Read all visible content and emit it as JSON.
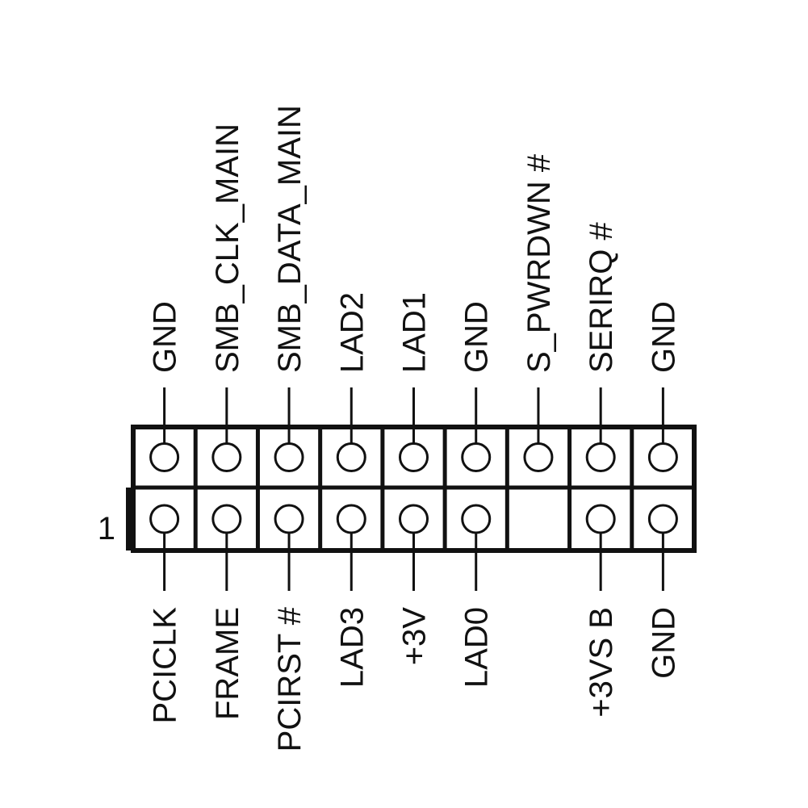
{
  "header": {
    "pin_one_marker": "1",
    "columns": [
      {
        "top": "GND",
        "bottom": "PCICLK",
        "bottom_pin": true
      },
      {
        "top": "SMB_CLK_MAIN",
        "bottom": "FRAME",
        "bottom_pin": true
      },
      {
        "top": "SMB_DATA_MAIN",
        "bottom": "PCIRST #",
        "bottom_pin": true
      },
      {
        "top": "LAD2",
        "bottom": "LAD3",
        "bottom_pin": true
      },
      {
        "top": "LAD1",
        "bottom": "+3V",
        "bottom_pin": true
      },
      {
        "top": "GND",
        "bottom": "LAD0",
        "bottom_pin": true
      },
      {
        "top": "S_PWRDWN #",
        "bottom": "",
        "bottom_pin": false
      },
      {
        "top": "SERIRQ #",
        "bottom": "+3VS B",
        "bottom_pin": true
      },
      {
        "top": "GND",
        "bottom": "GND",
        "bottom_pin": true
      }
    ]
  },
  "colors": {
    "line": "#111111",
    "background": "#ffffff"
  }
}
